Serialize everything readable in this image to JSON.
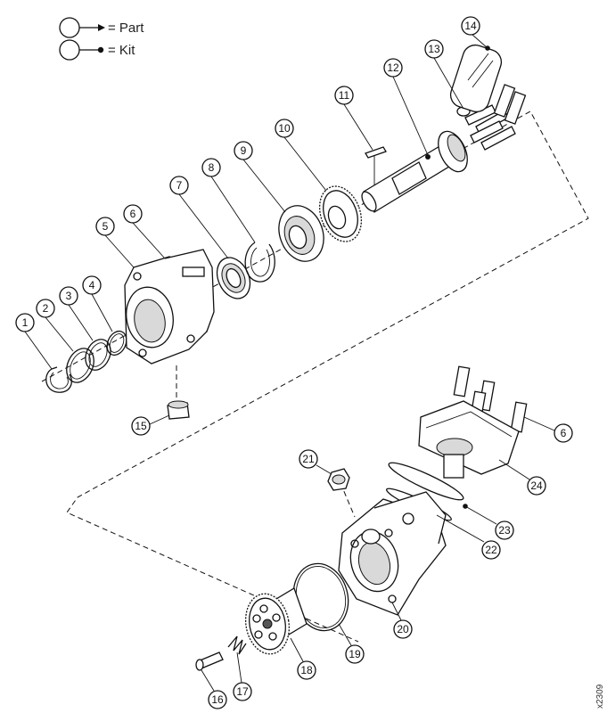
{
  "legend": {
    "part_label": "= Part",
    "kit_label": "= Kit"
  },
  "callouts": [
    "1",
    "2",
    "3",
    "4",
    "5",
    "6",
    "7",
    "8",
    "9",
    "10",
    "11",
    "12",
    "13",
    "14",
    "15",
    "6",
    "16",
    "17",
    "18",
    "19",
    "20",
    "21",
    "22",
    "23",
    "24"
  ],
  "drawing_code": "x2309",
  "colors": {
    "line": "#111111",
    "fill": "#ffffff",
    "shade": "#d9d9d9"
  }
}
